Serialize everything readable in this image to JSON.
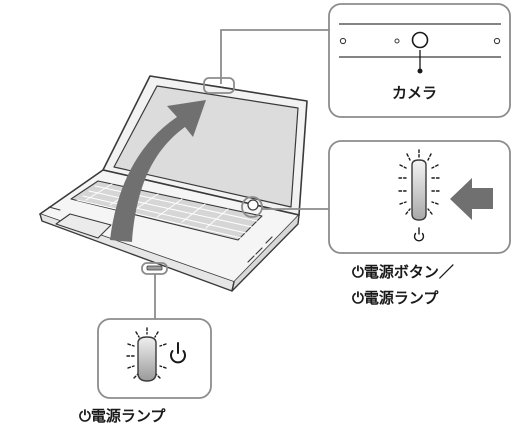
{
  "callouts": {
    "camera": {
      "label": "カメラ"
    },
    "power_button": {
      "label_line1": "⏻電源ボタン／",
      "label_line2": "⏻電源ランプ"
    },
    "front_lamp": {
      "label": "⏻電源ランプ"
    }
  },
  "colors": {
    "outline": "#3a3a3a",
    "callout_border": "#8c8c8c",
    "arrow_gray": "#707070",
    "screen_fill": "#dcdcdc",
    "lamp_fill": "#b4b4b4"
  },
  "icons": [
    "power-icon",
    "camera-lens-icon",
    "push-arrow-icon",
    "lift-lid-arrow-icon"
  ]
}
